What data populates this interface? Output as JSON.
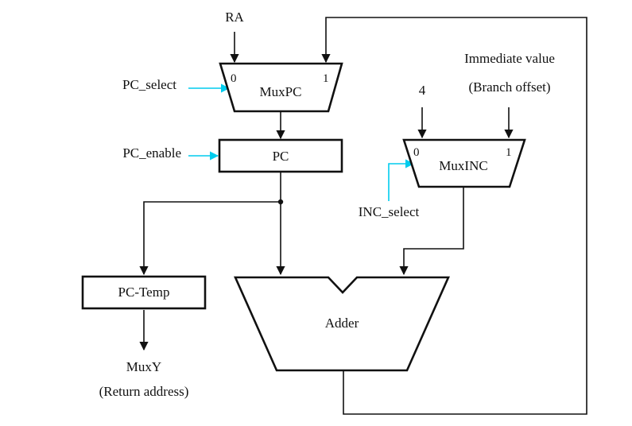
{
  "inputs": {
    "ra": "RA",
    "const4": "4",
    "immediate_line1": "Immediate value",
    "immediate_line2": "(Branch offset)"
  },
  "controls": {
    "pc_select": "PC_select",
    "pc_enable": "PC_enable",
    "inc_select": "INC_select"
  },
  "blocks": {
    "muxpc": {
      "label": "MuxPC",
      "in0": "0",
      "in1": "1"
    },
    "pc": {
      "label": "PC"
    },
    "muxinc": {
      "label": "MuxINC",
      "in0": "0",
      "in1": "1"
    },
    "pc_temp": {
      "label": "PC-Temp"
    },
    "adder": {
      "label": "Adder"
    }
  },
  "outputs": {
    "muxy_line1": "MuxY",
    "muxy_line2": "(Return address)"
  },
  "colors": {
    "wire": "#111111",
    "control": "#00ccee"
  }
}
